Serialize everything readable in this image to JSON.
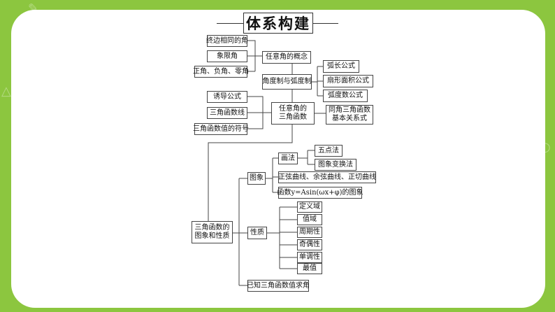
{
  "title": "体系构建",
  "accent_color": "#8cc63f",
  "nodes": {
    "zhongbian": "终边相同的角",
    "xiangxian": "象限角",
    "zhengfu": "正角、负角、零角",
    "renyi_gainian": "任意角的概念",
    "jiaodu_hudu": "角度制与弧度制",
    "huchang": "弧长公式",
    "shanxing": "扇形面积公式",
    "hudushu": "弧度数公式",
    "youdao": "诱导公式",
    "sanjiao_xian": "三角函数线",
    "fuhao": "三角函数值的符号",
    "renyi_sanjiao_l1": "任意角的",
    "renyi_sanjiao_l2": "三角函数",
    "tongjiao_l1": "同角三角函数",
    "tongjiao_l2": "基本关系式",
    "tuxiang_xingzhi_l1": "三角函数的",
    "tuxiang_xingzhi_l2": "图象和性质",
    "tuxiang": "图象",
    "huafa": "画法",
    "wudian": "五点法",
    "bianhuan": "图象变换法",
    "quxian": "正弦曲线、余弦曲线、正切曲线",
    "hanshu_a": "函数y=Asin(ωx+φ)的图象",
    "xingzhi": "性质",
    "dingyi": "定义域",
    "zhiyu": "值域",
    "zhouqi": "周期性",
    "jiou": "奇偶性",
    "dandiao": "单调性",
    "zuizhi": "最值",
    "yizhi": "已知三角函数值求角"
  }
}
